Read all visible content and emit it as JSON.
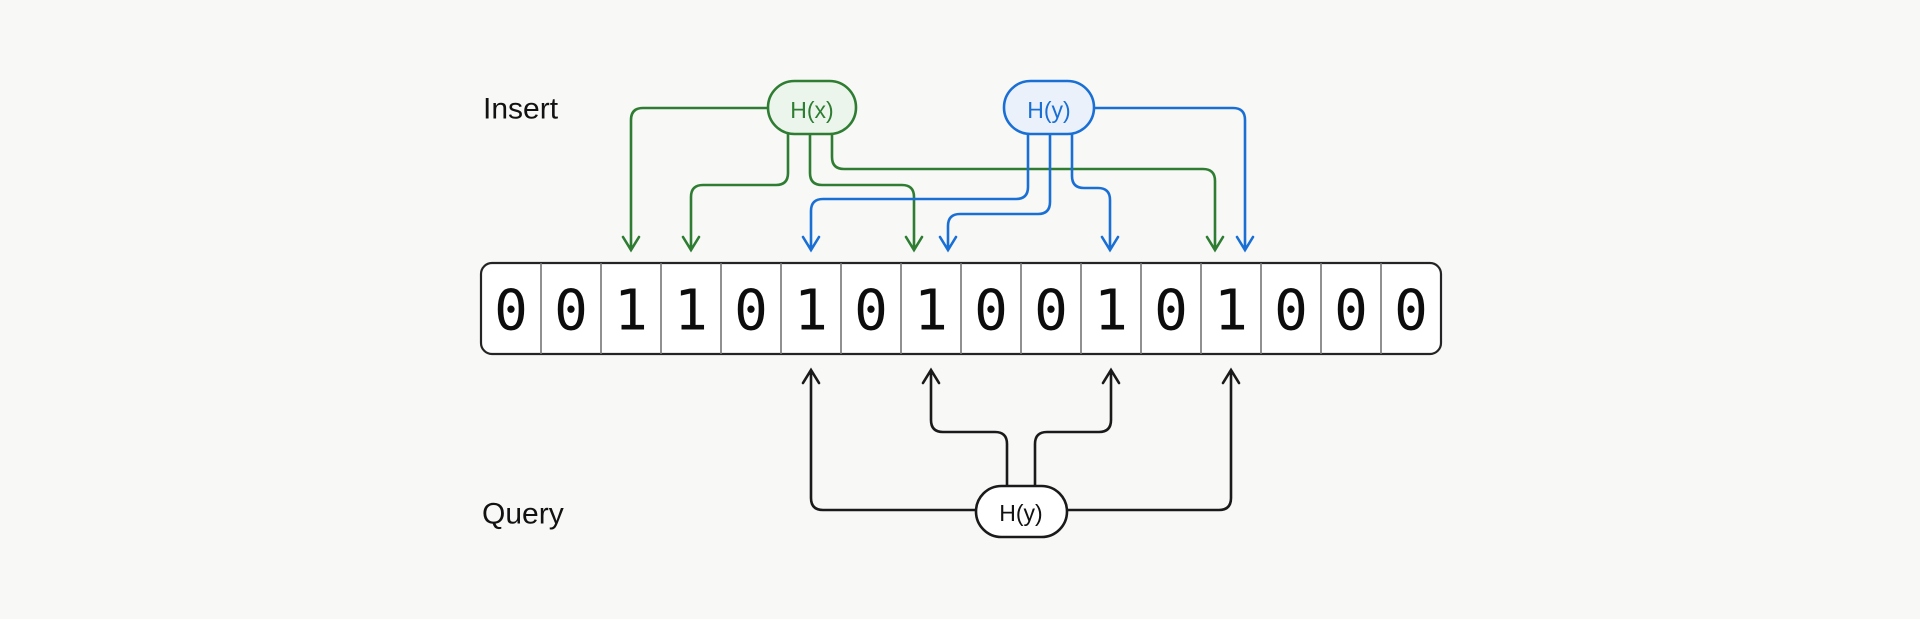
{
  "labels": {
    "insert": "Insert",
    "query": "Query"
  },
  "hash_pills": {
    "insert_x": "H(x)",
    "insert_y": "H(y)",
    "query_y": "H(y)"
  },
  "bit_array": {
    "length": 16,
    "bits": [
      "0",
      "0",
      "1",
      "1",
      "0",
      "1",
      "0",
      "1",
      "0",
      "0",
      "1",
      "0",
      "1",
      "0",
      "0",
      "0"
    ]
  },
  "mapping": {
    "insert_hx_cells": [
      3,
      4,
      8,
      13
    ],
    "insert_hy_cells": [
      6,
      8,
      11,
      13
    ],
    "query_hy_cells": [
      6,
      8,
      11,
      13
    ]
  },
  "colors": {
    "background": "#f8f8f7",
    "green": "#2e7d32",
    "green_fill": "#ecf5ec",
    "blue": "#1a6fd4",
    "blue_fill": "#eaf1fb",
    "black": "#1a1a1a",
    "cell_fill": "#ffffff",
    "divider": "#757575"
  }
}
